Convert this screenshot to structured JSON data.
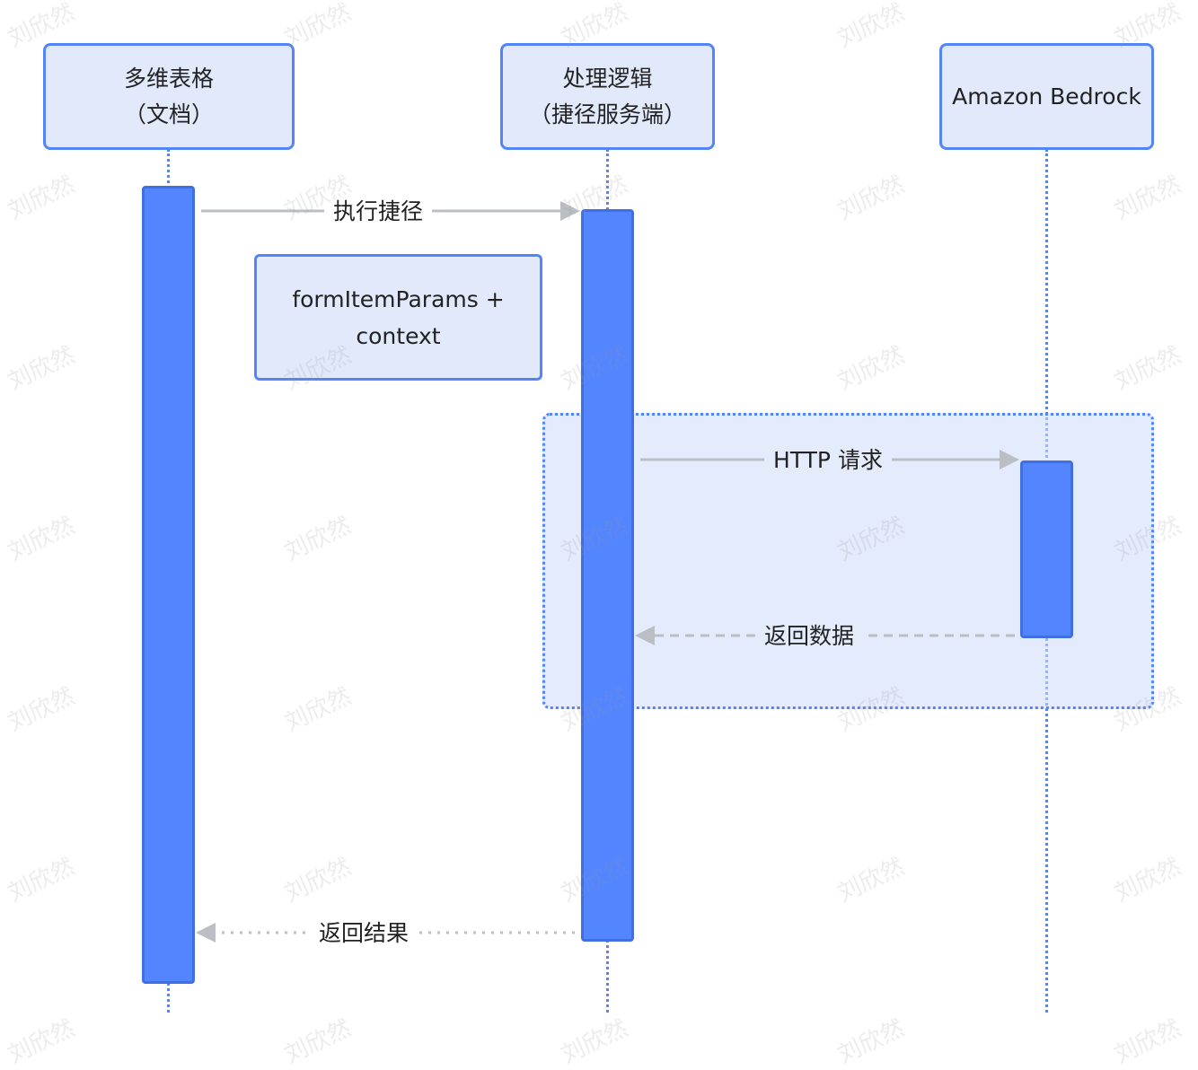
{
  "participants": [
    {
      "line1": "多维表格",
      "line2": "（文档）"
    },
    {
      "line1": "处理逻辑",
      "line2": "（捷径服务端）"
    },
    {
      "line1": "Amazon Bedrock",
      "line2": ""
    }
  ],
  "messages": [
    {
      "label": "执行捷径",
      "from": "多维表格",
      "to": "处理逻辑",
      "style": "solid"
    },
    {
      "label": "HTTP 请求",
      "from": "处理逻辑",
      "to": "Amazon Bedrock",
      "style": "solid"
    },
    {
      "label": "返回数据",
      "from": "Amazon Bedrock",
      "to": "处理逻辑",
      "style": "dashed"
    },
    {
      "label": "返回结果",
      "from": "处理逻辑",
      "to": "多维表格",
      "style": "dotted"
    }
  ],
  "note": {
    "line1": "formItemParams +",
    "line2": "context"
  },
  "watermark": "刘欣然",
  "colors": {
    "accent": "#5385f6",
    "activation": "#5385ff",
    "box_fill": "#e1e9fb",
    "arrow": "#bbbfc4"
  }
}
